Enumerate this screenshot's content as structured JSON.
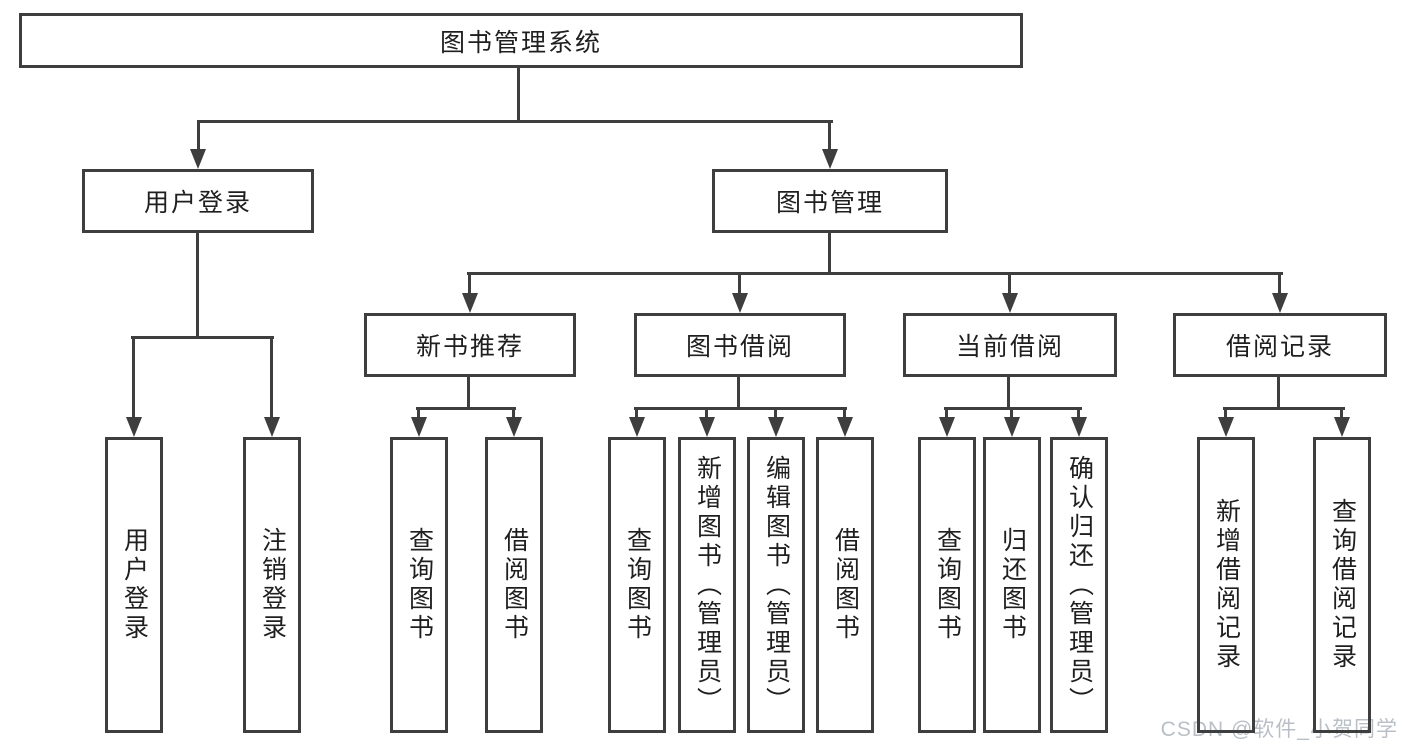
{
  "diagram": {
    "root": {
      "label": "图书管理系统"
    },
    "level2": {
      "user_login": {
        "label": "用户登录"
      },
      "book_mgmt": {
        "label": "图书管理"
      }
    },
    "level3": {
      "new_book_rec": {
        "label": "新书推荐"
      },
      "book_borrow": {
        "label": "图书借阅"
      },
      "current_borrow": {
        "label": "当前借阅"
      },
      "borrow_records": {
        "label": "借阅记录"
      }
    },
    "leaves": {
      "under_user_login": [
        "用户登录",
        "注销登录"
      ],
      "under_new_book_rec": [
        "查询图书",
        "借阅图书"
      ],
      "under_book_borrow": [
        "查询图书",
        "新增图书（管理员）",
        "编辑图书（管理员）",
        "借阅图书"
      ],
      "under_current_borrow": [
        "查询图书",
        "归还图书",
        "确认归还（管理员）"
      ],
      "under_borrow_records": [
        "新增借阅记录",
        "查询借阅记录"
      ]
    }
  },
  "watermark": {
    "text": "CSDN @软件_小贺同学",
    "color": "#b9bfc7"
  },
  "colors": {
    "line": "#3e3e3e",
    "text": "#1f1f1f",
    "background": "#ffffff"
  }
}
